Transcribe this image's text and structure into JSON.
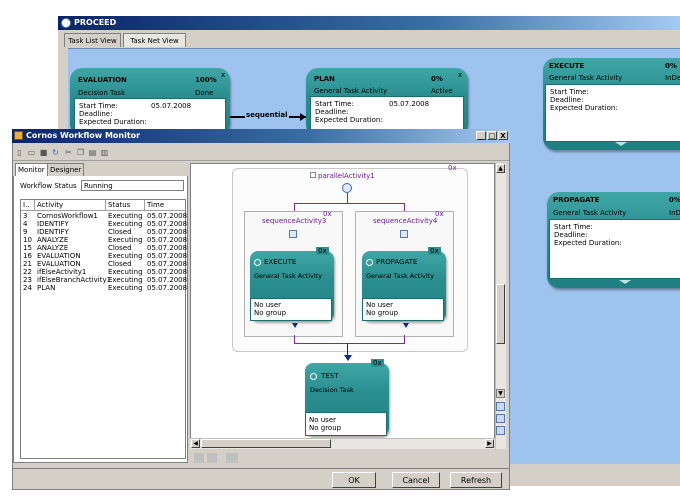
{
  "back_window": {
    "title": "PROCEED",
    "tabs": [
      "Task List View",
      "Task Net View"
    ],
    "cards": [
      {
        "id": "evaluation",
        "title": "EVALUATION",
        "percent": "100%",
        "type": "Decision Task",
        "state": "Done",
        "start_label": "Start Time:",
        "start_value": "05.07.2008",
        "deadline_label": "Deadline:",
        "duration_label": "Expected Duration:"
      },
      {
        "id": "plan",
        "title": "PLAN",
        "percent": "0%",
        "type": "General Task Activity",
        "state": "Active",
        "start_label": "Start Time:",
        "start_value": "05.07.2008",
        "deadline_label": "Deadline:",
        "duration_label": "Expected Duration:"
      },
      {
        "id": "execute",
        "title": "EXECUTE",
        "percent": "0%",
        "type": "General Task Activity",
        "state": "InDe",
        "start_label": "Start Time:",
        "deadline_label": "Deadline:",
        "duration_label": "Expected Duration:"
      },
      {
        "id": "propagate",
        "title": "PROPAGATE",
        "percent": "0%",
        "type": "General Task Activity",
        "state": "InDe",
        "start_label": "Start Time:",
        "deadline_label": "Deadline:",
        "duration_label": "Expected Duration:"
      }
    ],
    "edge_label": "sequential",
    "close_glyph": "x"
  },
  "front_window": {
    "title": "Cornos Workflow Monitor",
    "controls": {
      "minimize": "_",
      "maximize": "□",
      "close": "X"
    },
    "left_tabs": [
      "Monitor",
      "Designer"
    ],
    "workflow_status_label": "Workflow Status",
    "workflow_status_value": "Running",
    "columns": [
      "I..",
      "Activity",
      "Status",
      "Time"
    ],
    "rows": [
      [
        "3",
        "CornosWorkflow1",
        "Executing",
        "05.07.2008"
      ],
      [
        "4",
        "IDENTIFY",
        "Executing",
        "05.07.2008"
      ],
      [
        "9",
        "IDENTIFY",
        "Closed",
        "05.07.2008"
      ],
      [
        "10",
        "ANALYZE",
        "Executing",
        "05.07.2008"
      ],
      [
        "15",
        "ANALYZE",
        "Closed",
        "05.07.2008"
      ],
      [
        "16",
        "EVALUATION",
        "Executing",
        "05.07.2008"
      ],
      [
        "21",
        "EVALUATION",
        "Closed",
        "05.07.2008"
      ],
      [
        "22",
        "ifElseActivity1",
        "Executing",
        "05.07.2008"
      ],
      [
        "23",
        "ifElseBranchActivity1",
        "Executing",
        "05.07.2008"
      ],
      [
        "24",
        "PLAN",
        "Executing",
        "05.07.2008"
      ]
    ],
    "designer": {
      "parallel_label": "parallelActivity1",
      "parallel_badge": "0x",
      "seq_left": "sequenceActivity3",
      "seq_right": "sequenceActivity4",
      "seq_badge": "0x",
      "task_execute": {
        "title": "EXECUTE",
        "type": "General Task Activity",
        "user": "No user",
        "group": "No group",
        "badge": "0x"
      },
      "task_propagate": {
        "title": "PROPAGATE",
        "type": "General Task Activity",
        "user": "No user",
        "group": "No group",
        "badge": "0x"
      },
      "task_test": {
        "title": "TEST",
        "type": "Decision Task",
        "user": "No user",
        "group": "No group",
        "badge": "0x"
      }
    },
    "buttons": {
      "ok": "OK",
      "cancel": "Cancel",
      "refresh": "Refresh"
    }
  }
}
